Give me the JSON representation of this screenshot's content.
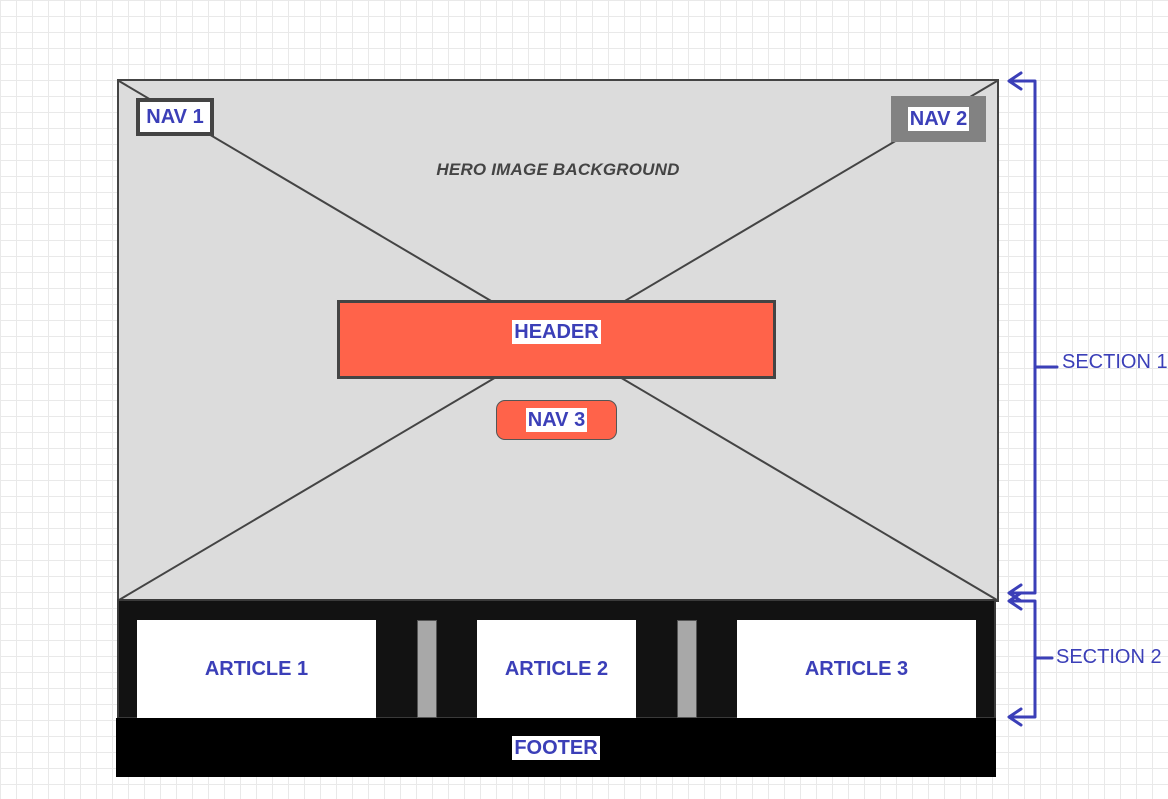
{
  "hero": {
    "caption": "HERO IMAGE BACKGROUND"
  },
  "nav": {
    "nav1": "NAV 1",
    "nav2": "NAV 2",
    "nav3": "NAV 3"
  },
  "header": {
    "label": "HEADER"
  },
  "articles": [
    {
      "label": "ARTICLE 1"
    },
    {
      "label": "ARTICLE 2"
    },
    {
      "label": "ARTICLE 3"
    }
  ],
  "footer": {
    "label": "FOOTER"
  },
  "sections": [
    {
      "label": "SECTION 1"
    },
    {
      "label": "SECTION 2"
    }
  ],
  "colors": {
    "accent_red": "#ff634a",
    "label_blue": "#3b3fb8",
    "hero_gray": "#dcdcdc",
    "section2_dark": "#121212",
    "footer_black": "#000000"
  }
}
